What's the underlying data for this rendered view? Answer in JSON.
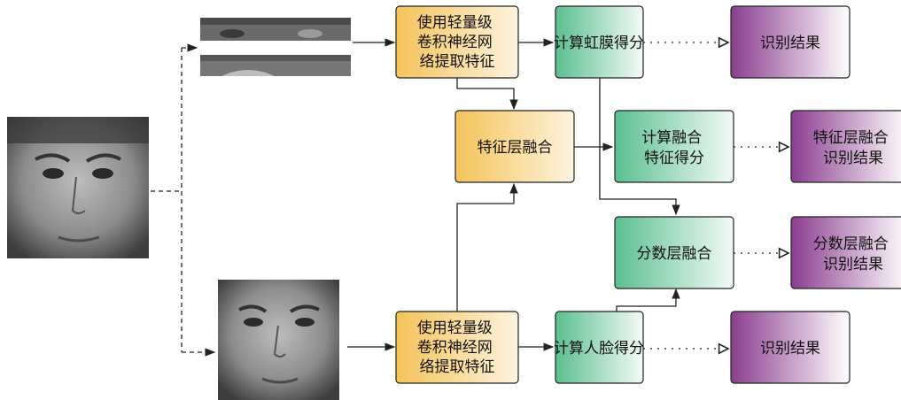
{
  "colors": {
    "orange_start": "#f5c35a",
    "green_start": "#5bbf8e",
    "purple_start": "#8b3d8f",
    "arrow": "#222222"
  },
  "nodes": {
    "extract_top": [
      "使用轻量级",
      "卷积神经网",
      "络提取特征"
    ],
    "extract_bottom": [
      "使用轻量级",
      "卷积神经网",
      "络提取特征"
    ],
    "feature_fusion": [
      "特征层融合"
    ],
    "iris_score": [
      "计算虹膜得分"
    ],
    "face_score": [
      "计算人脸得分"
    ],
    "fused_feature_score": [
      "计算融合",
      "特征得分"
    ],
    "score_fusion": [
      "分数层融合"
    ],
    "result_iris": [
      "识别结果"
    ],
    "result_feature_fusion": [
      "特征层融合",
      "识别结果"
    ],
    "result_score_fusion": [
      "分数层融合",
      "识别结果"
    ],
    "result_face": [
      "识别结果"
    ]
  },
  "images": {
    "input_face": "face-photo",
    "iris_strips": "eye-strip-photos",
    "face_crop": "face-crop-photo"
  }
}
